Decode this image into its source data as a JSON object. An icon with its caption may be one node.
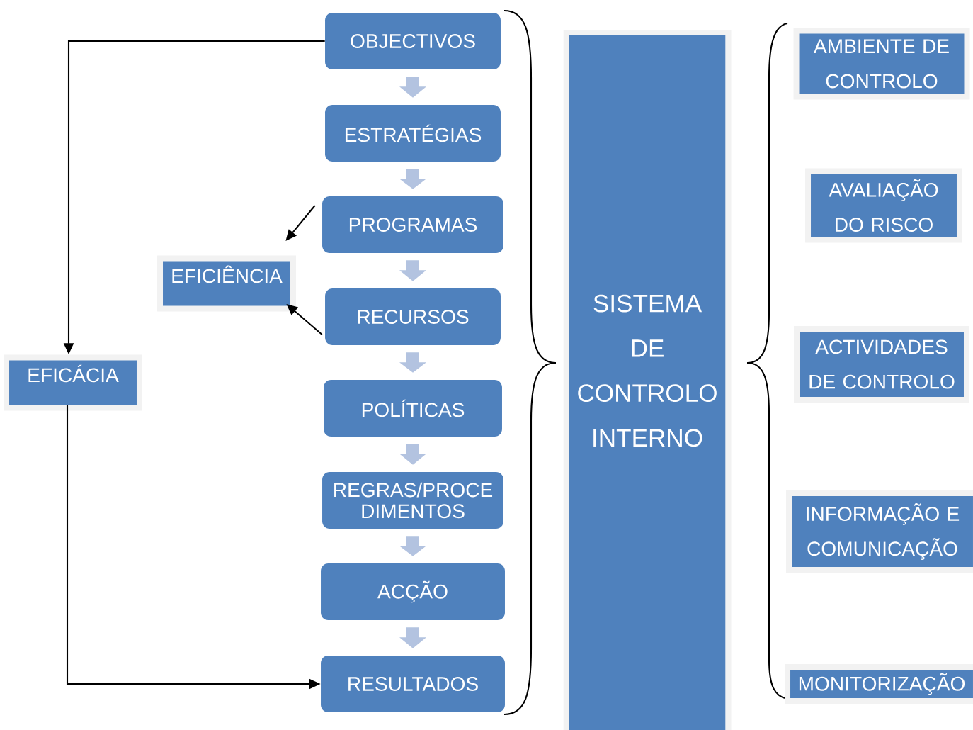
{
  "diagram": {
    "nodes": [
      {
        "text": [
          "OBJECTIVOS"
        ]
      },
      {
        "text": [
          "ESTRATÉGIAS"
        ]
      },
      {
        "text": [
          "PROGRAMAS"
        ]
      },
      {
        "text": [
          "RECURSOS"
        ]
      },
      {
        "text": [
          "POLÍTICAS"
        ]
      },
      {
        "text": [
          "REGRAS/PROCE DIMENTOS"
        ]
      },
      {
        "text": [
          "ACÇÃO"
        ]
      },
      {
        "text": [
          "RESULTADOS"
        ]
      },
      {
        "text": [
          "EFICIÊNCIA"
        ]
      },
      {
        "text": [
          "EFICÁCIA"
        ]
      },
      {
        "text": [
          "SISTEMA DE CONTROLO INTERNO"
        ]
      },
      {
        "text": [
          "AMBIENTE DE CONTROLO"
        ]
      },
      {
        "text": [
          "AVALIAÇÃO DO RISCO"
        ]
      },
      {
        "text": [
          "ACTIVIDADES DE CONTROLO"
        ]
      },
      {
        "text": [
          "INFORMAÇÃO E COMUNICAÇÃO"
        ]
      },
      {
        "text": [
          "MONITORIZAÇÃO"
        ]
      }
    ],
    "edges": [
      {
        "from": 0,
        "to": 1,
        "arrow": "to",
        "style": "thick",
        "color": "#b3c3e0"
      },
      {
        "from": 1,
        "to": 2,
        "arrow": "to",
        "style": "thick",
        "color": "#b3c3e0"
      },
      {
        "from": 2,
        "to": 3,
        "arrow": "to",
        "style": "thick",
        "color": "#b3c3e0"
      },
      {
        "from": 3,
        "to": 4,
        "arrow": "to",
        "style": "thick",
        "color": "#b3c3e0"
      },
      {
        "from": 4,
        "to": 5,
        "arrow": "to",
        "style": "thick",
        "color": "#b3c3e0"
      },
      {
        "from": 5,
        "to": 6,
        "arrow": "to",
        "style": "thick",
        "color": "#b3c3e0"
      },
      {
        "from": 6,
        "to": 7,
        "arrow": "to",
        "style": "thick",
        "color": "#b3c3e0"
      },
      {
        "from": 0,
        "to": 9,
        "arrow": "to"
      },
      {
        "from": 2,
        "to": 8,
        "arrow": "to"
      },
      {
        "from": 3,
        "to": 8,
        "arrow": "to"
      },
      {
        "from": 9,
        "to": 7,
        "arrow": "to"
      }
    ]
  }
}
